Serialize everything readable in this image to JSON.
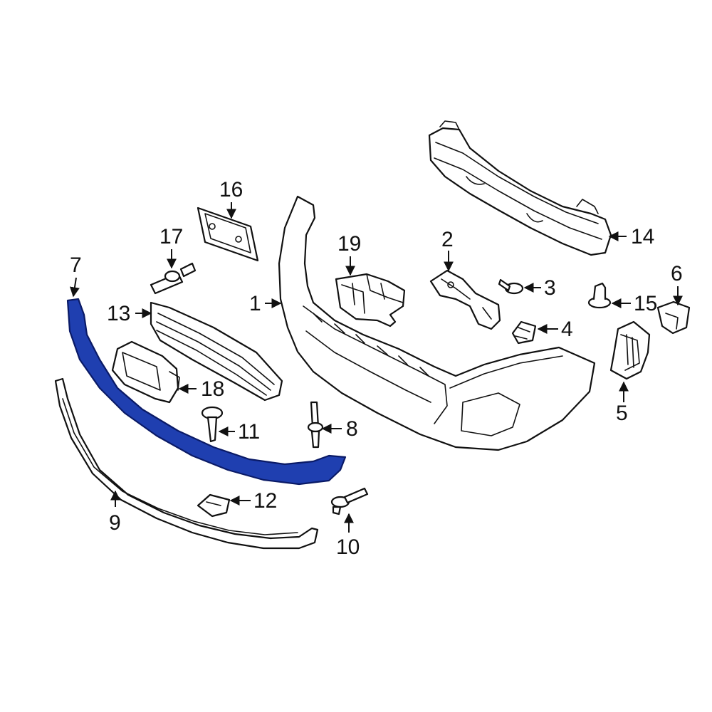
{
  "colors": {
    "background": "#ffffff",
    "line": "#111111",
    "highlight_fill": "#1f3fb0",
    "highlight_stroke": "#0a1a66"
  },
  "highlighted_part": "7",
  "callouts": {
    "c1": "1",
    "c2": "2",
    "c3": "3",
    "c4": "4",
    "c5": "5",
    "c6": "6",
    "c7": "7",
    "c8": "8",
    "c9": "9",
    "c10": "10",
    "c11": "11",
    "c12": "12",
    "c13": "13",
    "c14": "14",
    "c15": "15",
    "c16": "16",
    "c17": "17",
    "c18": "18",
    "c19": "19"
  }
}
